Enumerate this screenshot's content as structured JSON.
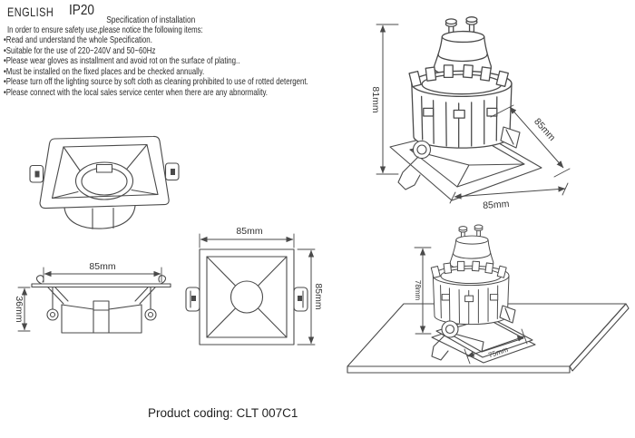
{
  "header": {
    "language": "ENGLISH",
    "ip_rating": "IP20"
  },
  "instructions": {
    "title": "Specification of installation",
    "intro": "In order to ensure safety use,please notice the following items:",
    "items": [
      "•Read and understand the whole Specification.",
      "•Suitable for the use of 220~240V and 50~60Hz",
      "•Please wear gloves as installment and avoid rot on the surface of plating..",
      "•Must be installed on the fixed places and be checked annually.",
      "•Please turn off the lighting source by soft cloth as cleaning prohibited to use of rotted detergent.",
      "•Please connect with the local sales service center when there are any abnormality."
    ]
  },
  "drawings": {
    "isometric": {
      "height_label": "81mm",
      "depth_label": "85mm",
      "width_label": "85mm"
    },
    "side_view": {
      "width_label": "85mm",
      "height_label": "36mm"
    },
    "front_view": {
      "width_label": "85mm",
      "height_label": "85mm"
    },
    "installation": {
      "protrusion_label": "78mm",
      "cutout_label": "75mm"
    }
  },
  "footer": {
    "product_coding": "Product coding: CLT 007C1"
  },
  "colors": {
    "line": "#4a4a4a",
    "background": "#ffffff",
    "text": "#2b2b2b"
  }
}
